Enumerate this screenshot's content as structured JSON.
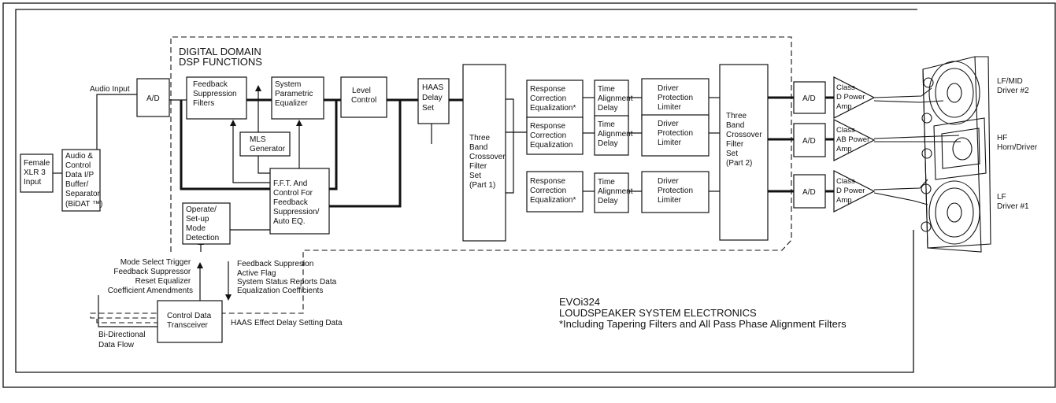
{
  "blocks": {
    "xlr": [
      "Female",
      "XLR 3",
      "Input"
    ],
    "buffer": [
      "Audio &",
      "Control",
      "Data I/P",
      "Buffer/",
      "Separator",
      "(BiDAT ™)"
    ],
    "ad_in": [
      "A/D"
    ],
    "feedback_filters": [
      "Feedback",
      "Suppression",
      "Filters"
    ],
    "system_eq": [
      "System",
      "Parametric",
      "Equalizer"
    ],
    "level_control": [
      "Level",
      "Control"
    ],
    "haas": [
      "HAAS",
      "Delay",
      "Set"
    ],
    "mls": [
      "MLS",
      "Generator"
    ],
    "fft": [
      "F.F.T. And",
      "Control For",
      "Feedback",
      "Suppression/",
      "Auto EQ."
    ],
    "operate": [
      "Operate/",
      "Set-up",
      "Mode",
      "Detection"
    ],
    "crossover1": [
      "Three",
      "Band",
      "Crossover",
      "Filter",
      "Set",
      "(Part 1)"
    ],
    "resp1": [
      "Response",
      "Correction",
      "Equalization*"
    ],
    "resp2": [
      "Response",
      "Correction",
      "Equalization"
    ],
    "resp3": [
      "Response",
      "Correction",
      "Equalization*"
    ],
    "time1": [
      "Time",
      "Alignment",
      "Delay"
    ],
    "time2": [
      "Time",
      "Alignment",
      "Delay"
    ],
    "time3": [
      "Time",
      "Alignment",
      "Delay"
    ],
    "drv1": [
      "Driver",
      "Protection",
      "Limiter"
    ],
    "drv2": [
      "Driver",
      "Protection",
      "Limiter"
    ],
    "drv3": [
      "Driver",
      "Protection",
      "Limiter"
    ],
    "crossover2": [
      "Three",
      "Band",
      "Crossover",
      "Filter",
      "Set",
      "(Part 2)"
    ],
    "ad_out1": [
      "A/D"
    ],
    "ad_out2": [
      "A/D"
    ],
    "ad_out3": [
      "A/D"
    ],
    "transceiver": [
      "Control Data",
      "Transceiver"
    ]
  },
  "amps": {
    "amp1": [
      "Class",
      "D Power",
      "Amp"
    ],
    "amp2": [
      "Class",
      "AB Power",
      "Amp"
    ],
    "amp3": [
      "Class",
      "D Power",
      "Amp"
    ]
  },
  "labels": {
    "digital_domain": [
      "DIGITAL DOMAIN",
      "DSP FUNCTIONS"
    ],
    "audio_input": [
      "Audio Input"
    ],
    "mode_list": [
      "Mode Select Trigger",
      "Feedback Suppressor",
      "Reset Equalizer",
      "Coefficient Amendments"
    ],
    "status_list": [
      "Feedback Suppresion",
      "Active  Flag",
      "System Status Reports Data",
      "Equalization Coefficients"
    ],
    "haas_setting": [
      "HAAS Effect Delay Setting Data"
    ],
    "bidirectional": [
      "Bi-Directional",
      "Data Flow"
    ],
    "driver1": [
      "LF/MID",
      "Driver #2"
    ],
    "driver2": [
      "HF",
      "Horn/Driver"
    ],
    "driver3": [
      "LF",
      "Driver #1"
    ],
    "model": [
      "EVOi324",
      "LOUDSPEAKER SYSTEM ELECTRONICS",
      "*Including Tapering Filters and All Pass Phase Alignment Filters"
    ]
  }
}
